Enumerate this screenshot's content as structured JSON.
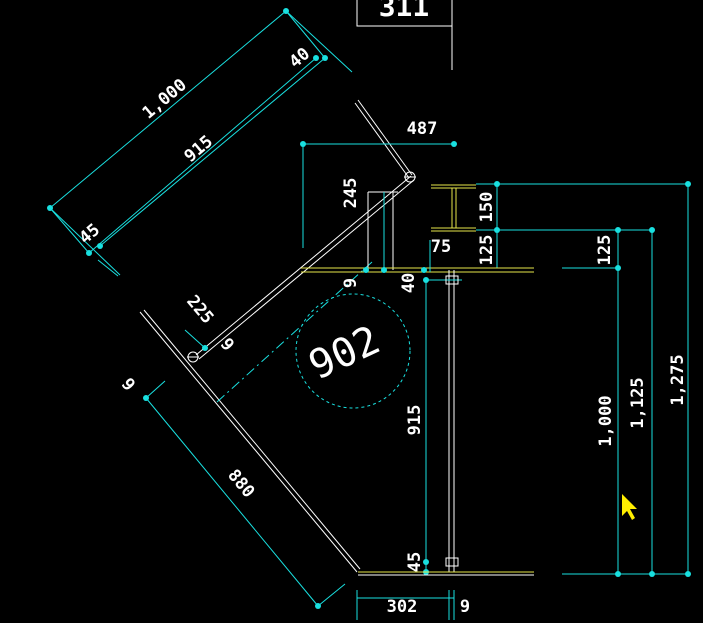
{
  "colors": {
    "background": "#000000",
    "dimension_line": "#19e0e0",
    "member": "#e6e64a",
    "text": "#ffffff",
    "cursor": "#ffee00"
  },
  "icons": {
    "cursor": "arrow-cursor-icon"
  },
  "title_block": {
    "label": "311"
  },
  "balloon": {
    "label": "902"
  },
  "dims": {
    "d1000_diag": "1,000",
    "d40_top": "40",
    "d915_diag": "915",
    "d45_left": "45",
    "d487": "487",
    "d245": "245",
    "d150": "150",
    "d75": "75",
    "d125_a": "125",
    "d125_b": "125",
    "d9_a": "9",
    "d40_mid": "40",
    "d225": "225",
    "d9_b": "9",
    "d9_c": "9",
    "d915_v": "915",
    "d880": "880",
    "d1000_v": "1,000",
    "d1125": "1,125",
    "d1275": "1,275",
    "d45_bot": "45",
    "d302": "302",
    "d9_bot": "9"
  }
}
